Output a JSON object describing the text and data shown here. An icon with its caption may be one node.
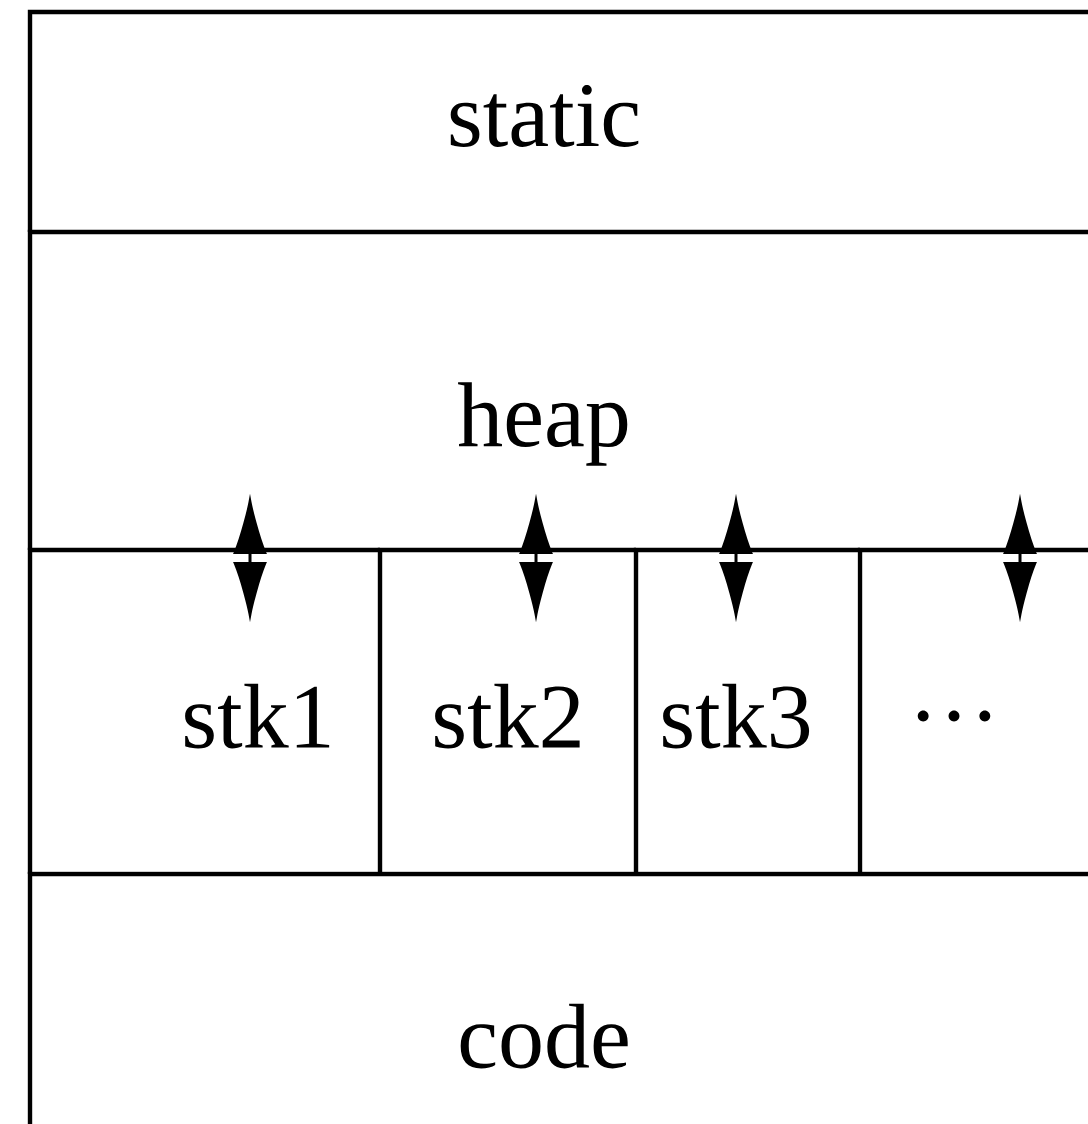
{
  "diagram": {
    "nodes": [
      {
        "text": [
          "static"
        ]
      },
      {
        "text": [
          "heap"
        ]
      },
      {
        "text": [
          "stk1"
        ]
      },
      {
        "text": [
          "stk2"
        ]
      },
      {
        "text": [
          "stk3"
        ]
      },
      {
        "text": [
          "…"
        ]
      },
      {
        "text": [
          "code"
        ]
      }
    ]
  }
}
